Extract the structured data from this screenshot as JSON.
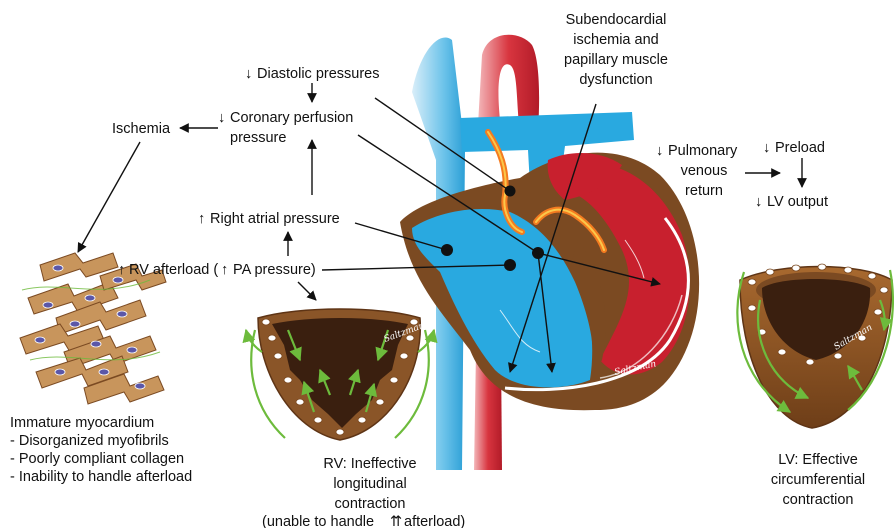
{
  "labels": {
    "subendocardial": [
      "Subendocardial",
      "ischemia and",
      "papillary muscle",
      "dysfunction"
    ],
    "diastolic": "Diastolic pressures",
    "coronary": [
      "Coronary perfusion",
      "pressure"
    ],
    "ischemia": "Ischemia",
    "right_atrial": "Right atrial pressure",
    "rv_afterload": "RV afterload (",
    "pa_pressure": "PA pressure)",
    "pulmonary_venous": [
      "Pulmonary",
      "venous",
      "return"
    ],
    "preload": "Preload",
    "lv_output": "LV output",
    "immature": [
      "Immature myocardium",
      "- Disorganized myofibrils",
      "- Poorly compliant collagen",
      "- Inability to handle afterload"
    ],
    "rv_caption": [
      "RV: Ineffective",
      "longitudinal",
      "contraction",
      "(unable to handle ",
      "afterload)"
    ],
    "lv_caption": [
      "LV: Effective",
      "circumferential",
      "contraction"
    ]
  },
  "signature": "Saltzman",
  "colors": {
    "blue": "#29a9e0",
    "red": "#c8202e",
    "brown": "#7b4a22",
    "dark": "#3a1f0f",
    "green": "#6dbb3c",
    "orange": "#f47b20",
    "tan": "#c8955c"
  }
}
